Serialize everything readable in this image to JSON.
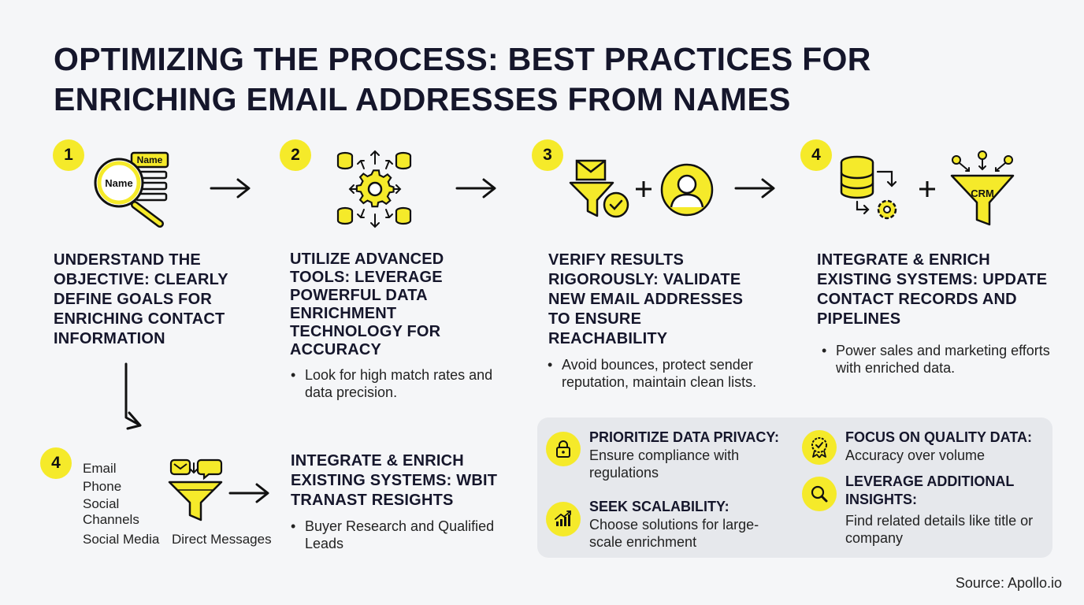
{
  "title_lines": [
    "OPTIMIZING THE PROCESS: BEST PRACTICES FOR",
    "ENRICHING EMAIL ADDRESSES FROM NAMES"
  ],
  "steps": [
    {
      "number": "1",
      "heading": "UNDERSTAND THE OBJECTIVE: CLEARLY DEFINE GOALS FOR ENRICHING CONTACT INFORMATION",
      "icon_labels": [
        "Name",
        "Name"
      ]
    },
    {
      "number": "2",
      "heading": "UTILIZE ADVANCED TOOLS: LEVERAGE POWERFUL DATA ENRICHMENT TECHNOLOGY FOR ACCURACY",
      "bullet": "Look for high match rates and data precision."
    },
    {
      "number": "3",
      "heading": "VERIFY RESULTS RIGOROUSLY: VALIDATE NEW EMAIL ADDRESSES TO ENSURE REACHABILITY",
      "bullet": "Avoid bounces, protect sender reputation, maintain clean lists."
    },
    {
      "number": "4",
      "heading": "INTEGRATE & ENRICH EXISTING SYSTEMS: UPDATE CONTACT RECORDS AND PIPELINES",
      "bullet": "Power sales and marketing efforts with enriched data.",
      "icon_label": "CRM"
    }
  ],
  "bottom_step": {
    "number": "4",
    "channels": [
      "Email",
      "Phone",
      "Social Channels",
      "Social Media"
    ],
    "direct_messages": "Direct Messages",
    "heading": "INTEGRATE & ENRICH EXISTING SYSTEMS: WBIT TRANAST RESIGHTS",
    "bullet": "Buyer Research and Qualified Leads"
  },
  "panel": [
    {
      "heading": "PRIORITIZE DATA PRIVACY:",
      "text": "Ensure compliance with regulations",
      "icon": "lock-icon"
    },
    {
      "heading": "FOCUS ON QUALITY DATA:",
      "text": "Accuracy over volume",
      "icon": "award-icon"
    },
    {
      "heading": "SEEK SCALABILITY:",
      "text": "Choose solutions for large-scale enrichment",
      "icon": "growth-chart-icon"
    },
    {
      "heading": "LEVERAGE ADDITIONAL INSIGHTS:",
      "text": "Find related details like title or company",
      "icon": "magnifier-icon"
    }
  ],
  "source": "Source: Apollo.io",
  "colors": {
    "accent": "#f5ea2a",
    "text": "#15162b",
    "background": "#f5f6f8",
    "panel": "#e6e8ec"
  }
}
